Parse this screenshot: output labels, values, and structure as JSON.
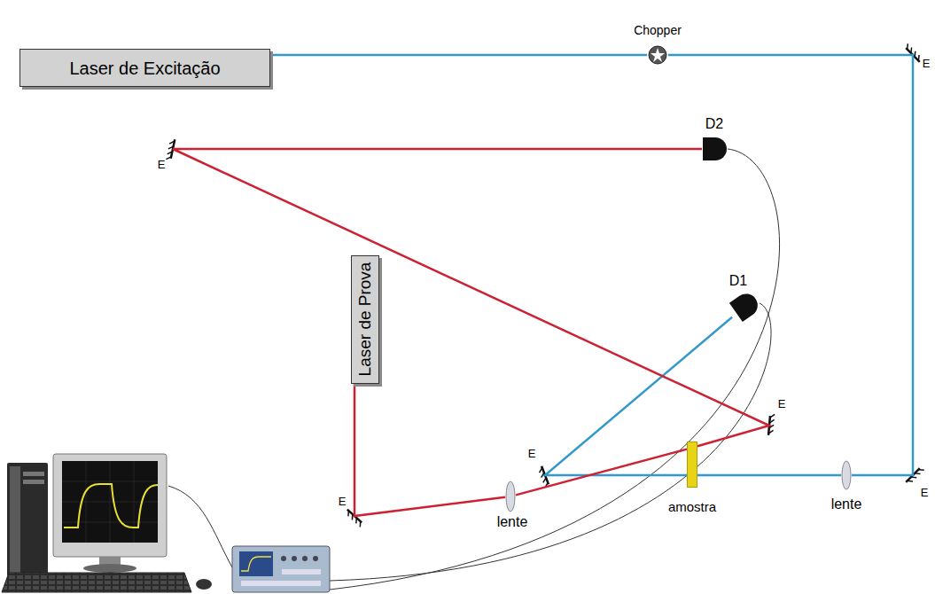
{
  "diagram": {
    "nodes": [
      {
        "text": [
          "Laser de Excitação"
        ]
      },
      {
        "text": [
          "Chopper"
        ]
      },
      {
        "text": [
          "lente"
        ]
      },
      {
        "text": [
          "amostra"
        ]
      },
      {
        "text": [
          "D1"
        ]
      },
      {
        "text": [
          "D2"
        ]
      },
      {
        "text": [
          "Laser de Prova"
        ]
      },
      {
        "text": [
          "lente"
        ]
      }
    ],
    "edges": [
      {
        "from": 0,
        "to": 1,
        "arrow": "none"
      },
      {
        "from": 1,
        "to": 2,
        "arrow": "none"
      },
      {
        "from": 2,
        "to": 3,
        "arrow": "none"
      },
      {
        "from": 3,
        "to": 4,
        "arrow": "none"
      },
      {
        "from": 6,
        "to": 7,
        "arrow": "none"
      },
      {
        "from": 7,
        "to": 3,
        "arrow": "none"
      },
      {
        "from": 3,
        "to": 5,
        "arrow": "none"
      }
    ],
    "labels": [
      "E",
      "E",
      "E",
      "E",
      "E",
      "E"
    ]
  }
}
